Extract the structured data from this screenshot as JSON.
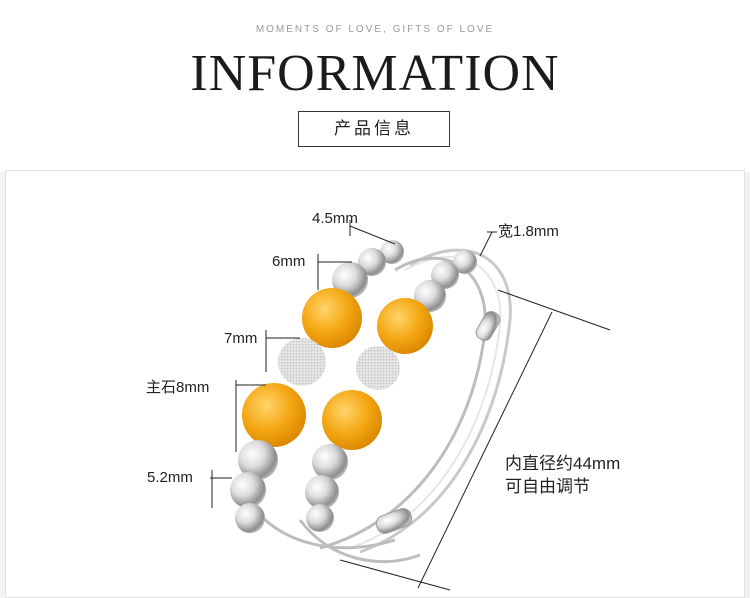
{
  "header": {
    "tagline": "MOMENTS OF LOVE, GIFTS OF LOVE",
    "title": "INFORMATION",
    "subtitle": "产品信息"
  },
  "labels": {
    "small_bead": "4.5mm",
    "bead_6": "6mm",
    "bead_7": "7mm",
    "main_stone": "主石8mm",
    "bead_52": "5.2mm",
    "width": "宽1.8mm",
    "inner_diameter": "内直径约44mm",
    "adjustable": "可自由调节"
  },
  "colors": {
    "stone": "#f4a714",
    "silver": "#d4d4d4",
    "line": "#222222"
  }
}
